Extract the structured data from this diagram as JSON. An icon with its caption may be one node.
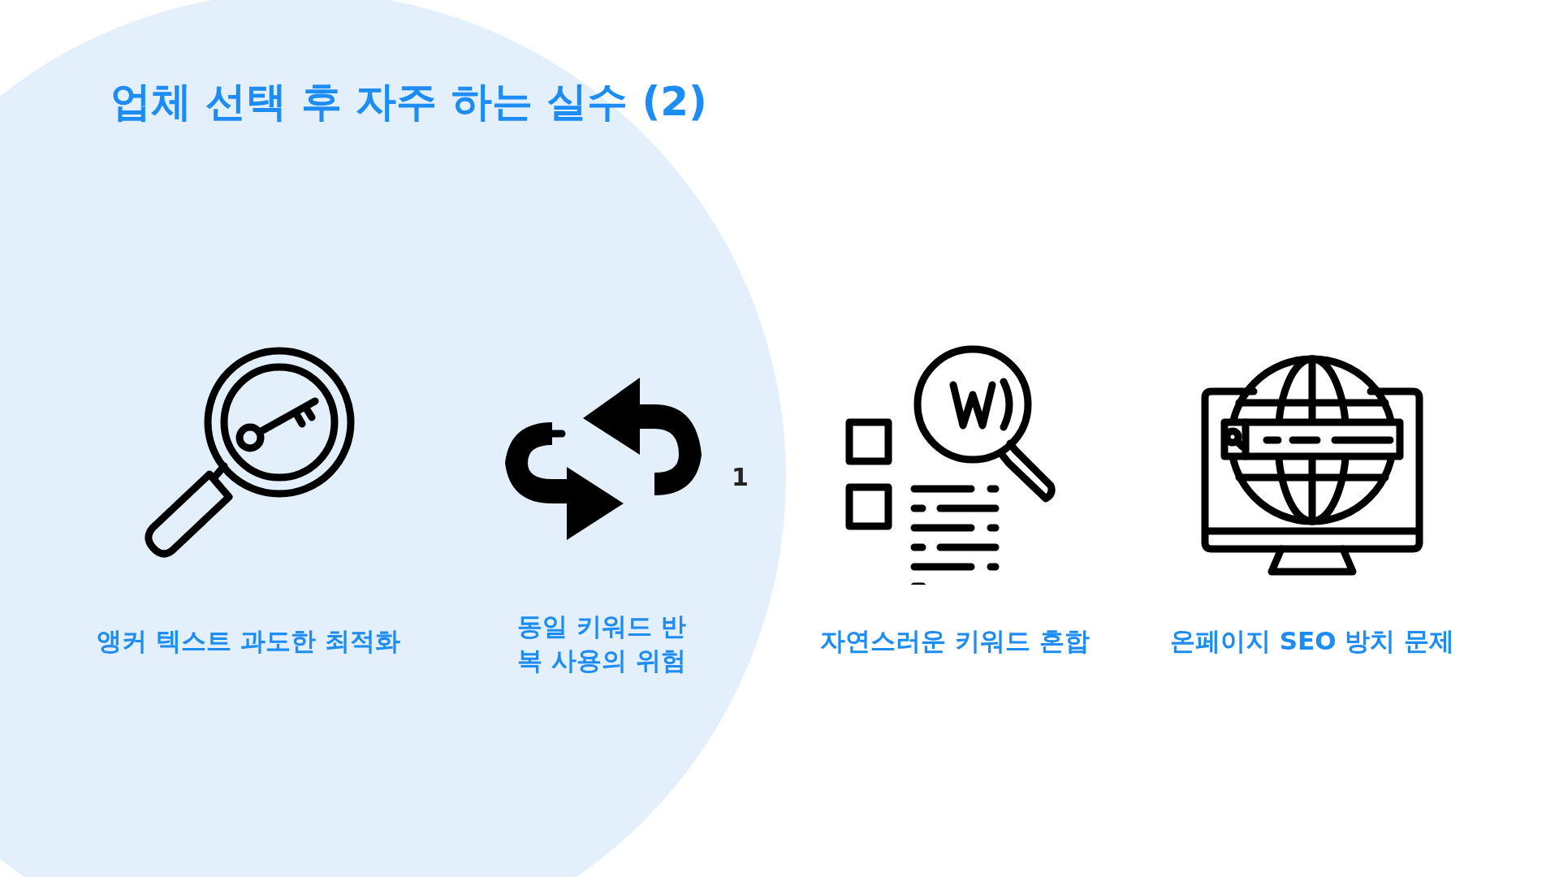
{
  "diagram": {
    "title": "업체 선택 후 자주 하는 실수 (2)",
    "labels": [
      "앵커 텍스트 과도한 최적화",
      "동일 키워드 반복 사용의 위험",
      "1",
      "자연스러운 키워드 혼합",
      "온페이지 SEO 방치 문제"
    ]
  }
}
